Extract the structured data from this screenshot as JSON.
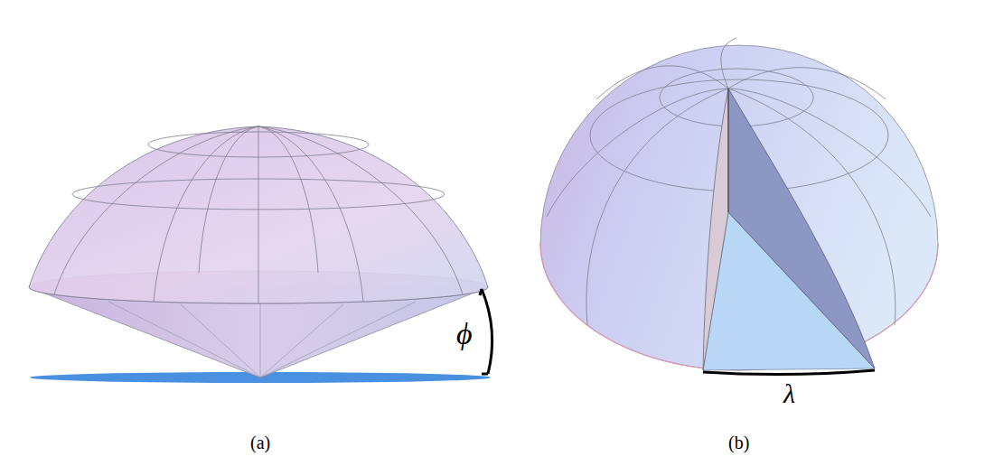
{
  "diagram": {
    "labels": [
      "ϕ",
      "λ",
      "(a)",
      "(b)"
    ]
  }
}
